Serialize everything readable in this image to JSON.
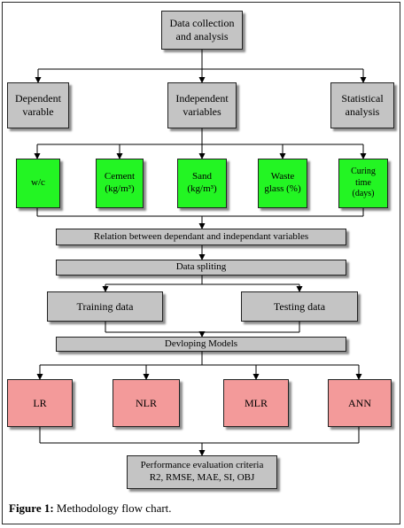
{
  "nodes": {
    "collection": "Data collection\nand analysis",
    "dependent": "Dependent\nvarable",
    "independent": "Independent\nvariables",
    "statistical": "Statistical\nanalysis",
    "wc": "w/c",
    "cement": "Cement\n(kg/m³)",
    "sand": "Sand\n(kg/m³)",
    "waste_glass": "Waste\nglass (%)",
    "curing_time": "Curing\ntime\n(days)",
    "relation": "Relation between dependant and independant variables",
    "splitting": "Data spliting",
    "training": "Training data",
    "testing": "Testing data",
    "developing": "Devloping Models",
    "lr": "LR",
    "nlr": "NLR",
    "mlr": "MLR",
    "ann": "ANN",
    "performance": "Performance evaluation criteria\nR2, RMSE, MAE, SI, OBJ"
  },
  "caption": {
    "label": "Figure 1:",
    "text": " Methodology flow chart."
  },
  "colors": {
    "gray": "#c4c4c4",
    "green": "#23f523",
    "red": "#f39a9a"
  }
}
